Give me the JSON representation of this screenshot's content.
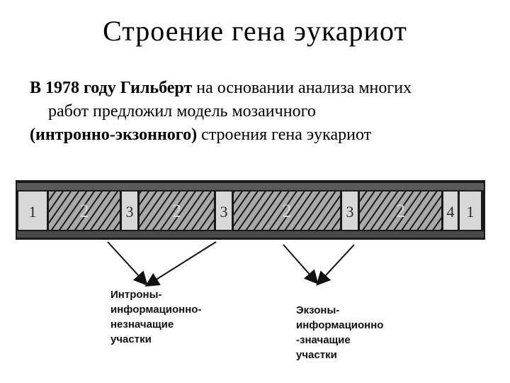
{
  "title": "Строение гена эукариот",
  "paragraph": {
    "bold_lead": "В 1978 году Гильберт",
    "text_1": " на основании анализа многих",
    "line_2": "работ предложил модель мозаичного",
    "bold_term": "(интронно-экзонного)",
    "text_3": " строения гена эукариот"
  },
  "gene_diagram": {
    "segments": [
      {
        "kind": "exon",
        "label": "1"
      },
      {
        "kind": "intron",
        "label": "2"
      },
      {
        "kind": "exon",
        "label": "3"
      },
      {
        "kind": "intron",
        "label": "2"
      },
      {
        "kind": "exon",
        "label": "3"
      },
      {
        "kind": "intron",
        "label": "2"
      },
      {
        "kind": "exon",
        "label": "3"
      },
      {
        "kind": "intron",
        "label": "2"
      },
      {
        "kind": "exon",
        "label": "4"
      },
      {
        "kind": "exon",
        "label": "1"
      }
    ]
  },
  "labels": {
    "introns": [
      "Интроны-",
      "информационно-",
      "незначащие",
      "участки"
    ],
    "exons": [
      "Экзоны-",
      "информационно",
      "-значащие",
      "участки"
    ]
  },
  "colors": {
    "intron_fill": "#9a9a9a",
    "exon_fill": "#d8d8d8",
    "frame": "#1a1a1a"
  }
}
